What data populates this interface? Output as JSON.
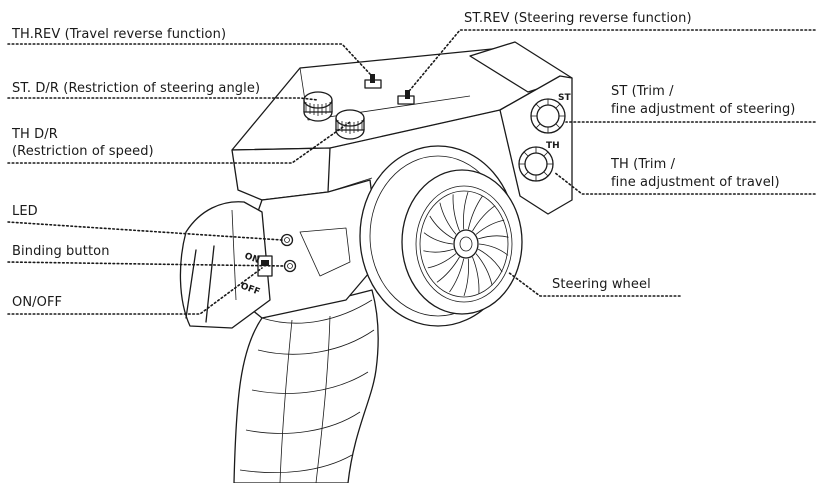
{
  "labels": {
    "th_rev": "TH.REV (Travel reverse function)",
    "st_dr": "ST. D/R (Restriction of steering angle)",
    "th_dr_line1": "TH D/R",
    "th_dr_line2": "(Restriction of speed)",
    "led": "LED",
    "binding": "Binding button",
    "onoff": "ON/OFF",
    "st_rev": "ST.REV (Steering reverse function)",
    "st_trim_line1": "ST (Trim /",
    "st_trim_line2": "fine adjustment of steering)",
    "th_trim_line1": "TH (Trim /",
    "th_trim_line2": "fine adjustment of travel)",
    "steering_wheel": "Steering wheel"
  },
  "device_markings": {
    "on": "ON",
    "off": "OFF",
    "st": "ST",
    "th": "TH"
  }
}
